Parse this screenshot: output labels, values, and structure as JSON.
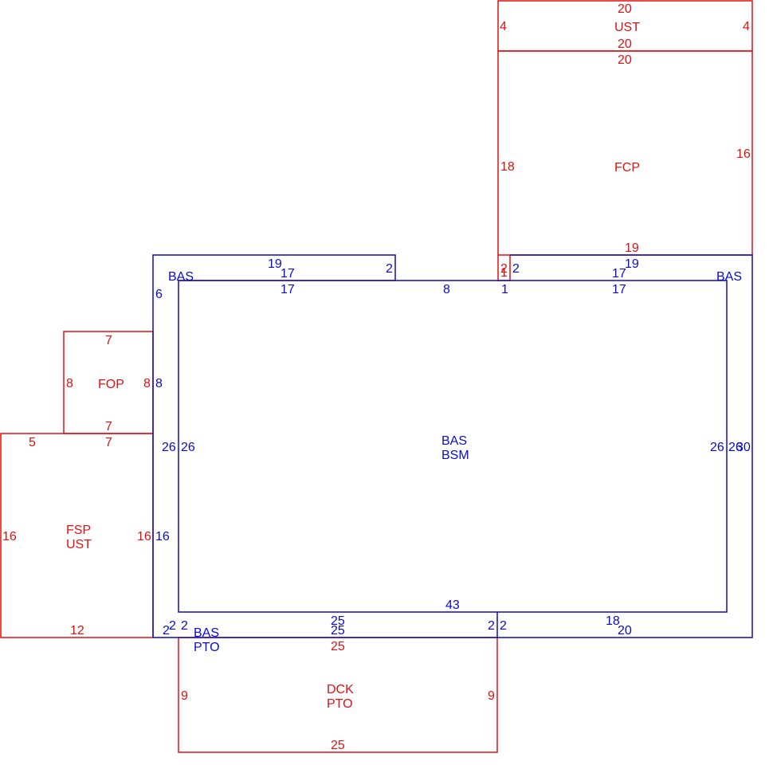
{
  "colors": {
    "red": "#dd1111",
    "blue": "#0a0ad0"
  },
  "areas": {
    "ust_top": "UST",
    "fcp": "FCP",
    "bas_left_top": "BAS",
    "bas_right_top": "BAS",
    "fop": "FOP",
    "fsp": "FSP",
    "fsp_ust": "UST",
    "main_bas": "BAS",
    "main_bsm": "BSM",
    "pto_bas": "BAS",
    "pto_label": "PTO",
    "dck": "DCK",
    "dck_pto": "PTO"
  },
  "dims": {
    "ust_top": "20",
    "ust_left": "4",
    "ust_bottom": "20",
    "ust_right": "4",
    "fcp_top": "20",
    "fcp_left": "18",
    "fcp_right": "16",
    "fcp_bottom": "19",
    "basr_top": "19",
    "basr_left": "2",
    "basr_small": "2",
    "basr_small2": "1",
    "basl_top": "19",
    "basl_right": "2",
    "basl_left": "6",
    "basl_under": "17",
    "main_top_a": "17",
    "main_top_a2": "17",
    "main_top_b": "8",
    "main_top_c": "1",
    "main_top_d": "17",
    "main_top_d2": "17",
    "fop_top": "7",
    "fop_left": "8",
    "fop_right": "8",
    "fop_right_b": "8",
    "fop_bottom": "7",
    "fsp_top_a": "5",
    "fsp_top_b": "7",
    "fsp_left": "16",
    "fsp_right": "16",
    "fsp_bottom": "12",
    "main_left_a": "26",
    "main_left_b": "26",
    "main_left_c": "16",
    "main_right_a": "26",
    "main_right_b": "26",
    "main_right_c": "30",
    "main_bottom": "43",
    "pto_top": "25",
    "pto_top2": "25",
    "pto_left_a": "2",
    "pto_left_b": "2",
    "pto_left_c": "2",
    "pto_right": "2",
    "pto_right2": "2",
    "right_bottom_a": "18",
    "right_bottom_b": "20",
    "dck_top": "25",
    "dck_left": "9",
    "dck_right": "9",
    "dck_bottom": "25"
  }
}
